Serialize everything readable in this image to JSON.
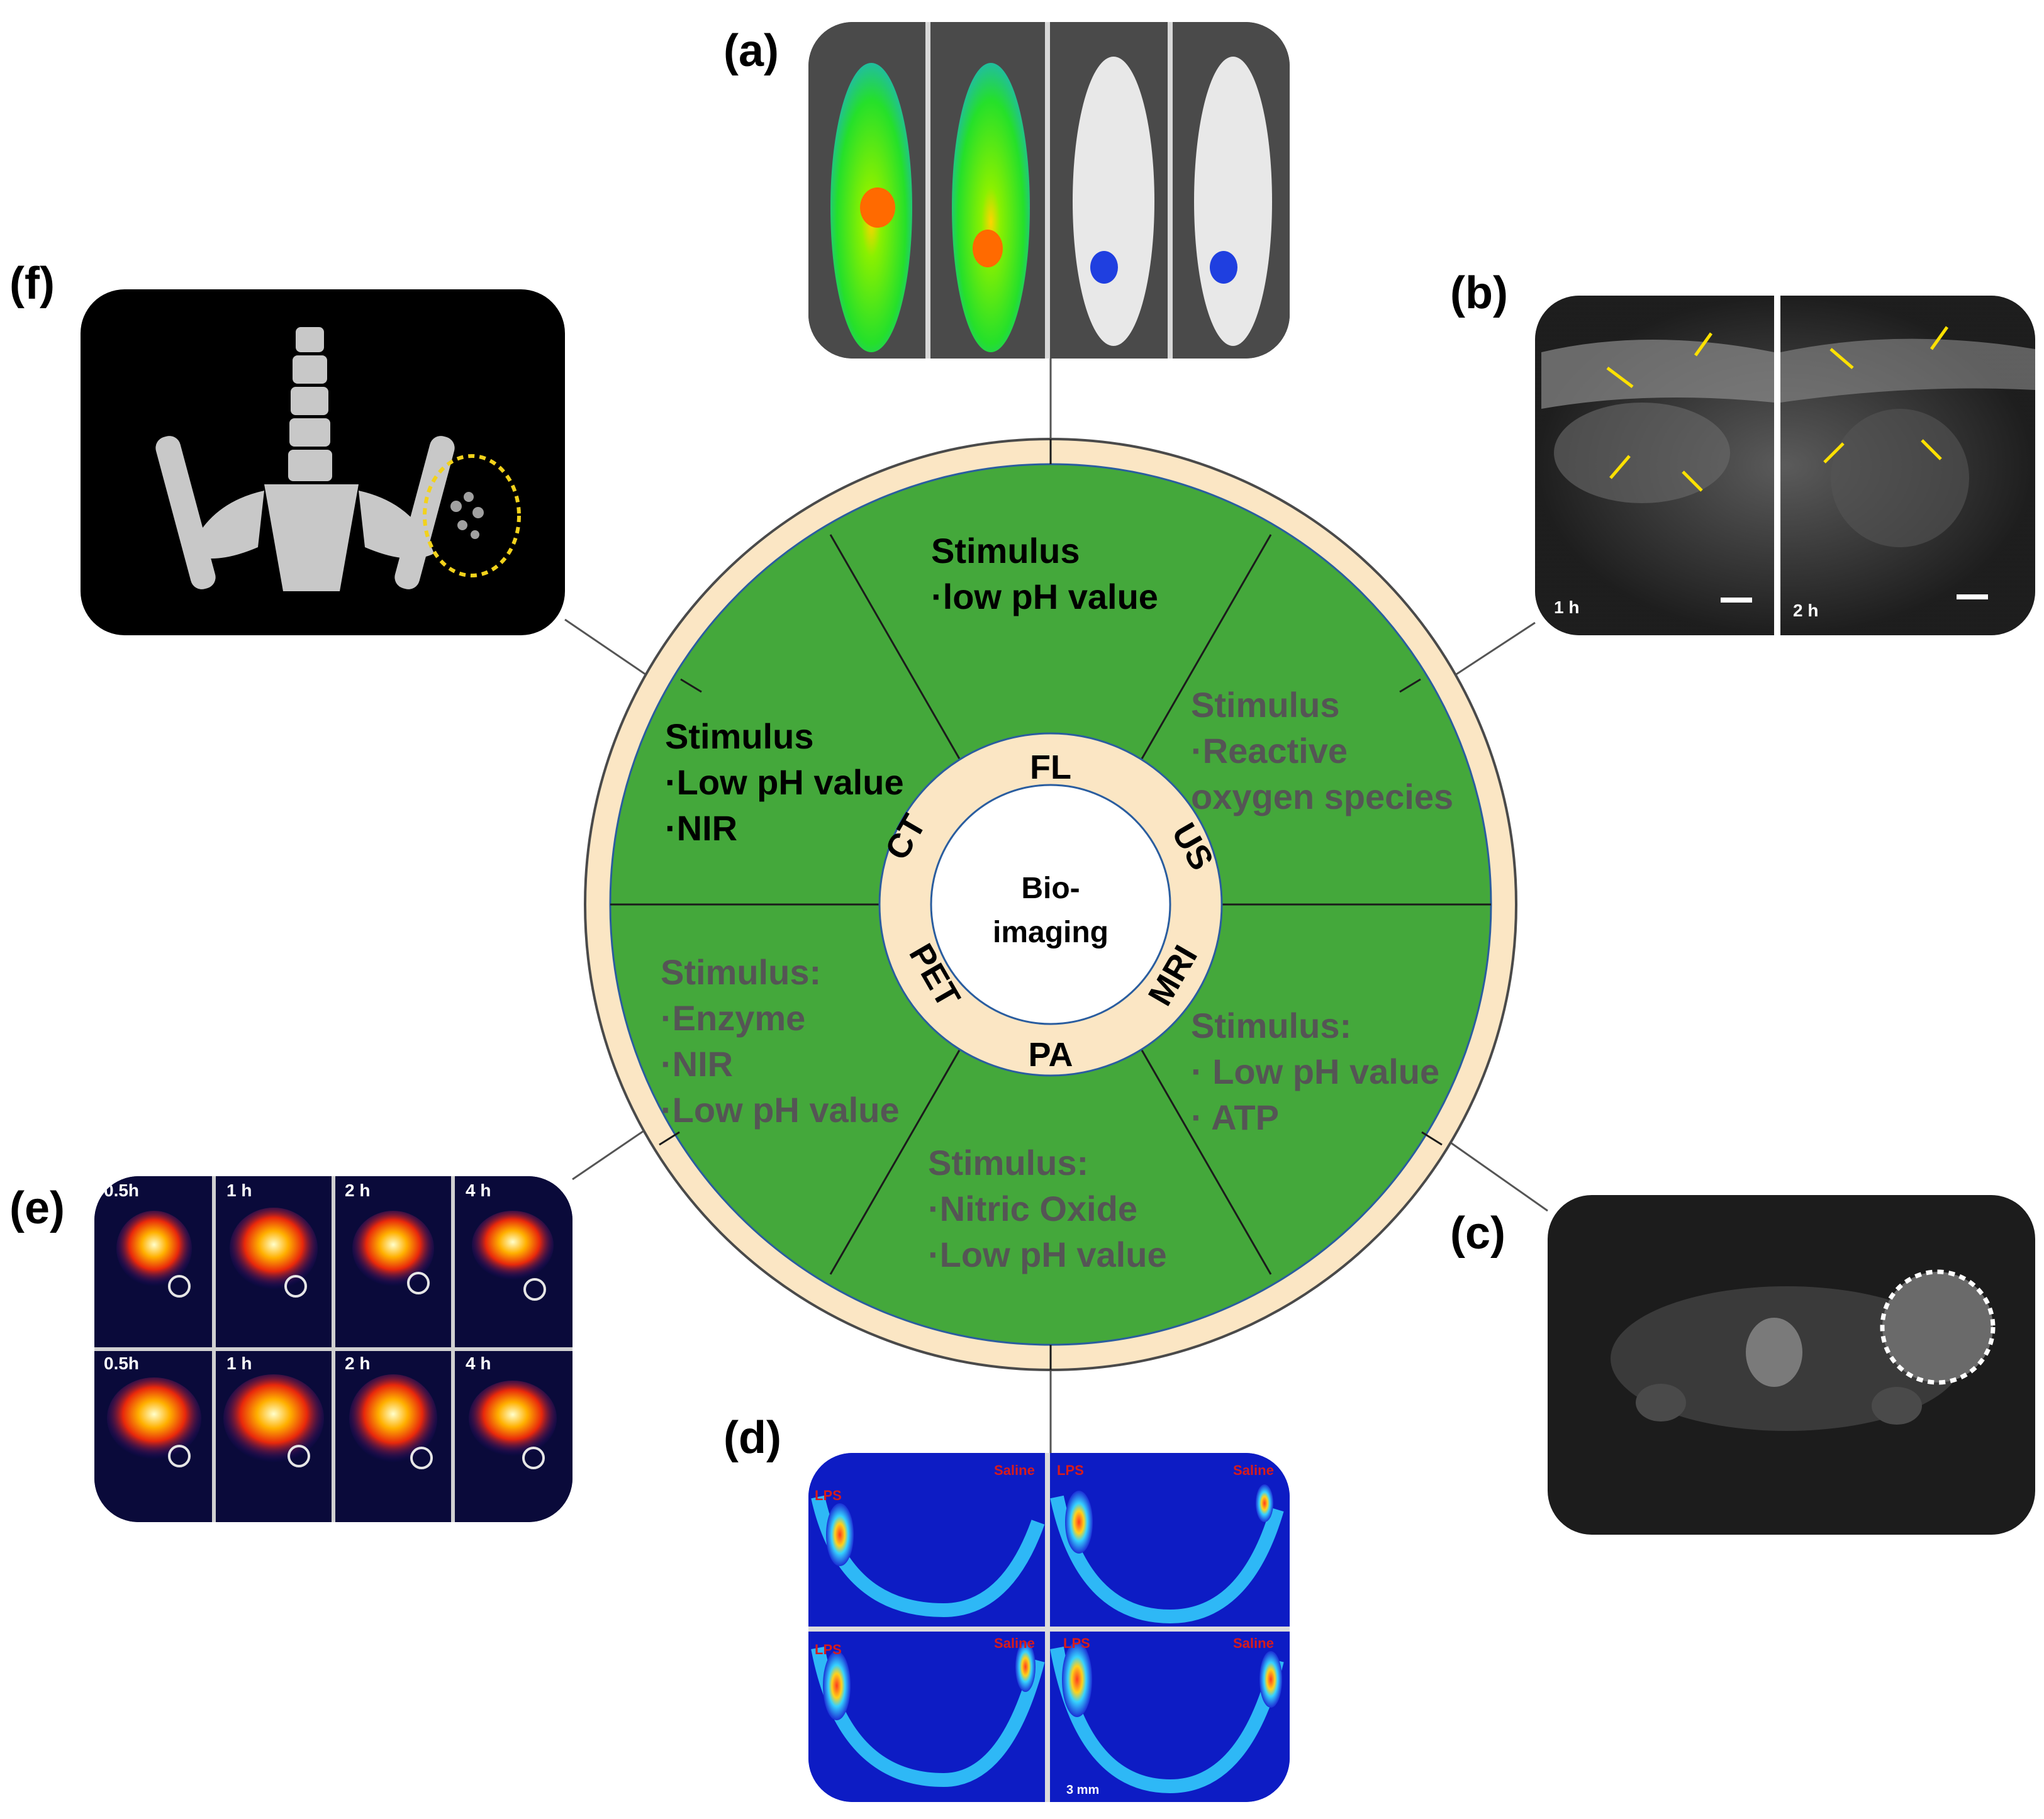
{
  "center": {
    "line1": "Bio-",
    "line2": "imaging"
  },
  "modalities": {
    "fl": "FL",
    "us": "US",
    "mri": "MRI",
    "pa": "PA",
    "pet": "PET",
    "ct": "CT"
  },
  "sectors": {
    "fl": {
      "heading": "Stimulus",
      "items": [
        "·low pH value"
      ]
    },
    "us": {
      "heading": "Stimulus",
      "items": [
        "·Reactive",
        "oxygen species"
      ]
    },
    "mri": {
      "heading": "Stimulus:",
      "items": [
        "· Low pH value",
        "· ATP"
      ]
    },
    "pa": {
      "heading": "Stimulus:",
      "items": [
        "·Nitric Oxide",
        "·Low pH value"
      ]
    },
    "pet": {
      "heading": "Stimulus:",
      "items": [
        "·Enzyme",
        "·NIR",
        "·Low pH value"
      ]
    },
    "ct": {
      "heading": "Stimulus",
      "items": [
        "·Low pH value",
        "·NIR"
      ]
    }
  },
  "panels": {
    "a": "(a)",
    "b": "(b)",
    "c": "(c)",
    "d": "(d)",
    "e": "(e)",
    "f": "(f)"
  },
  "panel_b_labels": {
    "left": "1 h",
    "right": "2 h"
  },
  "panel_d_labels": {
    "lps": "LPS",
    "saline": "Saline",
    "scale": "3 mm"
  },
  "panel_e_labels": {
    "times": [
      "0.5h",
      "1 h",
      "2 h",
      "4 h"
    ]
  },
  "colors": {
    "sector_green": "#44a83b",
    "ring_cream": "#fbe6c4",
    "sector_text_grey": "#555555",
    "dark_panel": "#000000"
  }
}
